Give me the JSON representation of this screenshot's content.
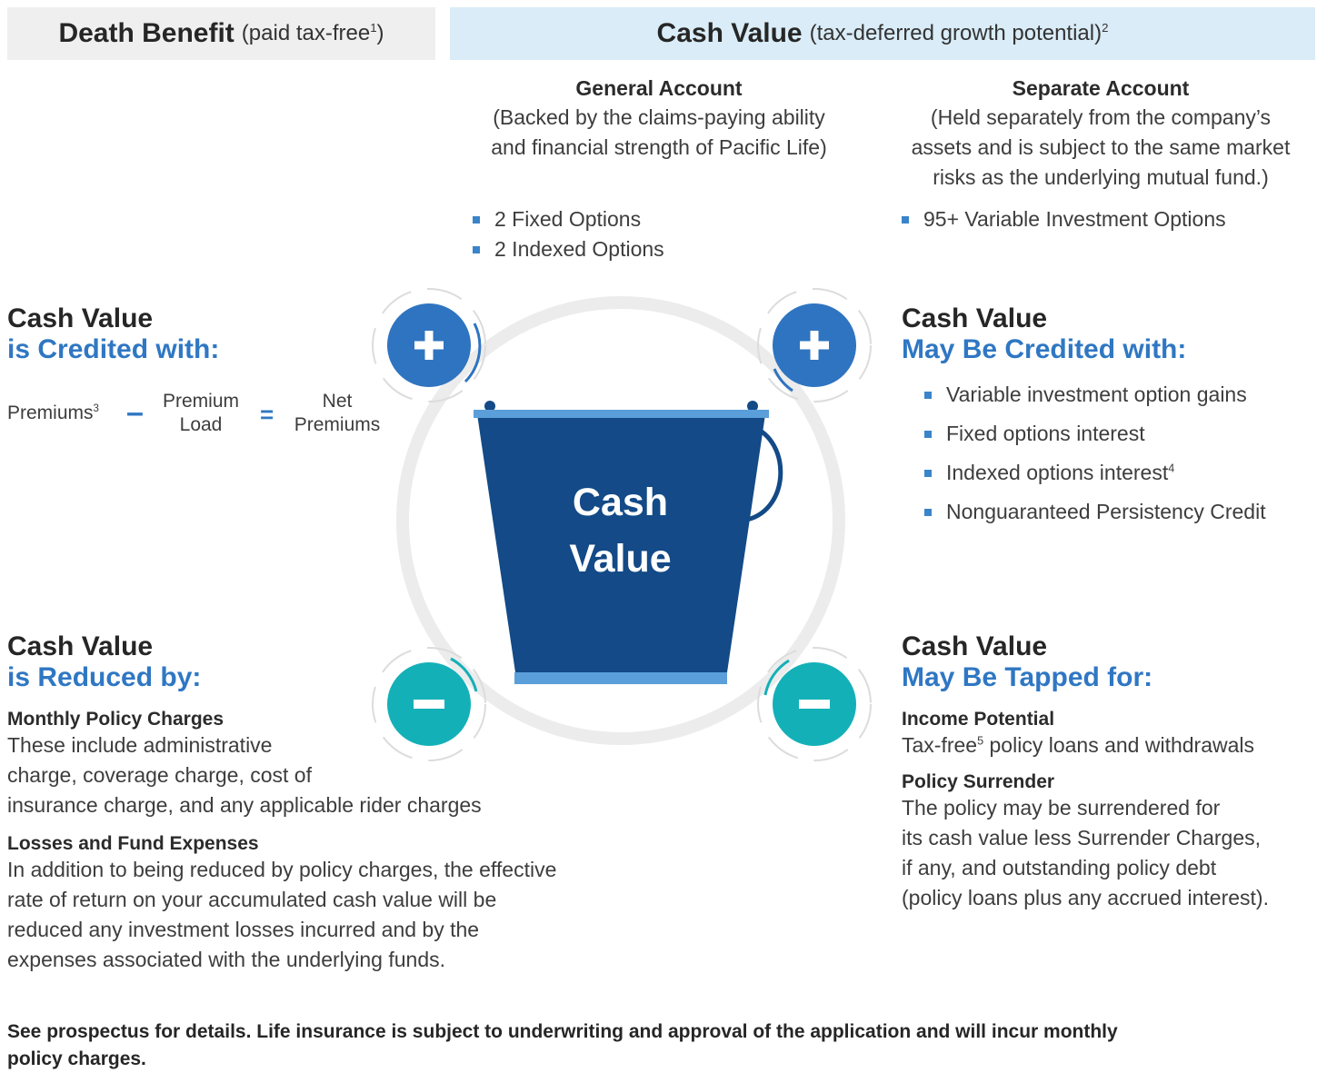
{
  "header": {
    "death_benefit_title": "Death Benefit",
    "death_benefit_note": "(paid tax-free",
    "death_benefit_sup": "1",
    "death_benefit_close": ")",
    "cash_value_title": "Cash Value",
    "cash_value_note": "(tax-deferred growth potential)",
    "cash_value_sup": "2"
  },
  "general_account": {
    "title": "General Account",
    "line1": "(Backed by the claims-paying ability",
    "line2": "and financial strength of Pacific Life)",
    "items": [
      "2 Fixed Options",
      "2 Indexed Options"
    ]
  },
  "separate_account": {
    "title": "Separate Account",
    "line1": "(Held separately from the company’s",
    "line2": "assets and is subject to the same market",
    "line3": "risks as the underlying mutual fund.)",
    "items": [
      "95+ Variable Investment Options"
    ]
  },
  "credited": {
    "title": "Cash Value",
    "subtitle": "is Credited with:",
    "premiums": "Premiums",
    "premiums_sup": "3",
    "minus": "–",
    "load_line1": "Premium",
    "load_line2": "Load",
    "equals": "=",
    "net_line1": "Net",
    "net_line2": "Premiums"
  },
  "may_credited": {
    "title": "Cash Value",
    "subtitle": "May Be Credited with:",
    "items": [
      "Variable investment option gains",
      "Fixed options interest",
      "Indexed options interest",
      "Nonguaranteed Persistency Credit"
    ],
    "indexed_sup": "4"
  },
  "reduced": {
    "title": "Cash Value",
    "subtitle": "is Reduced by:",
    "monthly_title": "Monthly Policy Charges",
    "monthly_line1": "These include administrative",
    "monthly_line2": "charge, coverage charge, cost of",
    "monthly_line3": "insurance charge, and any applicable rider charges",
    "losses_title": "Losses and Fund Expenses",
    "losses_line1": "In addition to being reduced by policy charges, the effective",
    "losses_line2": "rate of return on your accumulated cash value will be",
    "losses_line3": "reduced any investment losses incurred and by the",
    "losses_line4": "expenses associated with the underlying funds."
  },
  "tapped": {
    "title": "Cash Value",
    "subtitle": "May Be Tapped for:",
    "income_title": "Income Potential",
    "income_pre": "Tax-free",
    "income_sup": "5",
    "income_post": " policy loans and withdrawals",
    "surrender_title": "Policy Surrender",
    "surrender_line1": "The policy may be surrendered for",
    "surrender_line2": "its cash value less Surrender Charges,",
    "surrender_line3": "if any, and outstanding policy debt",
    "surrender_line4": "(policy loans plus any accrued interest)."
  },
  "bucket": {
    "line1": "Cash",
    "line2": "Value"
  },
  "icons": {
    "plus": "plus-icon",
    "minus": "minus-icon",
    "bucket": "bucket-icon"
  },
  "footer": {
    "line1": "See prospectus for details. Life insurance is subject to underwriting and approval of the application and will incur monthly",
    "line2": "policy charges."
  },
  "colors": {
    "blue_accent": "#2f77c3",
    "plus_circle": "#2f74c0",
    "minus_circle": "#14b0b8",
    "bucket_body": "#134a87",
    "bucket_rim": "#5a9fd9"
  }
}
